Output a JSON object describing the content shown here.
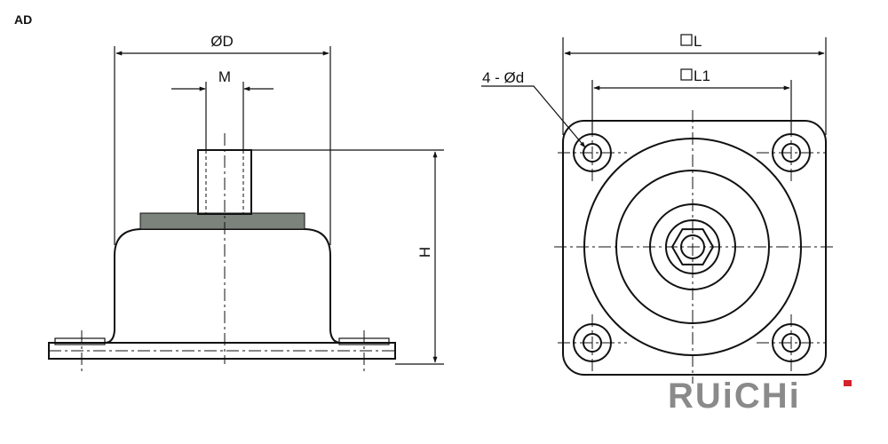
{
  "model": "AD",
  "side_view": {
    "dim_outer_diameter": "ØD",
    "dim_thread": "M",
    "dim_height": "H"
  },
  "top_view": {
    "dim_plate_width": "L",
    "dim_hole_spacing": "L1",
    "dim_holes": "4 - Ød"
  },
  "brand": {
    "text_main": "RUiCH",
    "text_end": "i",
    "color_main": "#8a8a8a",
    "color_accent": "#d4232a"
  },
  "colors": {
    "pad": "#7c837d",
    "line": "#111111"
  }
}
